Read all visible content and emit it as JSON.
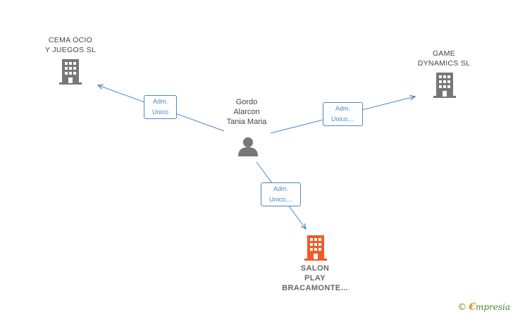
{
  "colors": {
    "edge": "#4a86c8",
    "company_icon": "#777777",
    "highlight_icon": "#f05a28",
    "person_icon": "#777777"
  },
  "nodes": {
    "person": {
      "label": "Gordo\nAlarcon\nTania Maria",
      "icon": "person-icon"
    },
    "cema": {
      "label": "CEMA OCIO\nY JUEGOS  SL",
      "icon": "building-icon"
    },
    "game": {
      "label": "GAME\nDYNAMICS  SL",
      "icon": "building-icon"
    },
    "salon": {
      "label": "SALON\nPLAY\nBRACAMONTE...",
      "icon": "building-icon"
    }
  },
  "edges": {
    "to_cema": "Adm.\nUnico",
    "to_game": "Adm.\nUnico,...",
    "to_salon": "Adm.\nUnico,..."
  },
  "brand": {
    "copyright": "©",
    "e": "€",
    "text": "mpresia"
  }
}
